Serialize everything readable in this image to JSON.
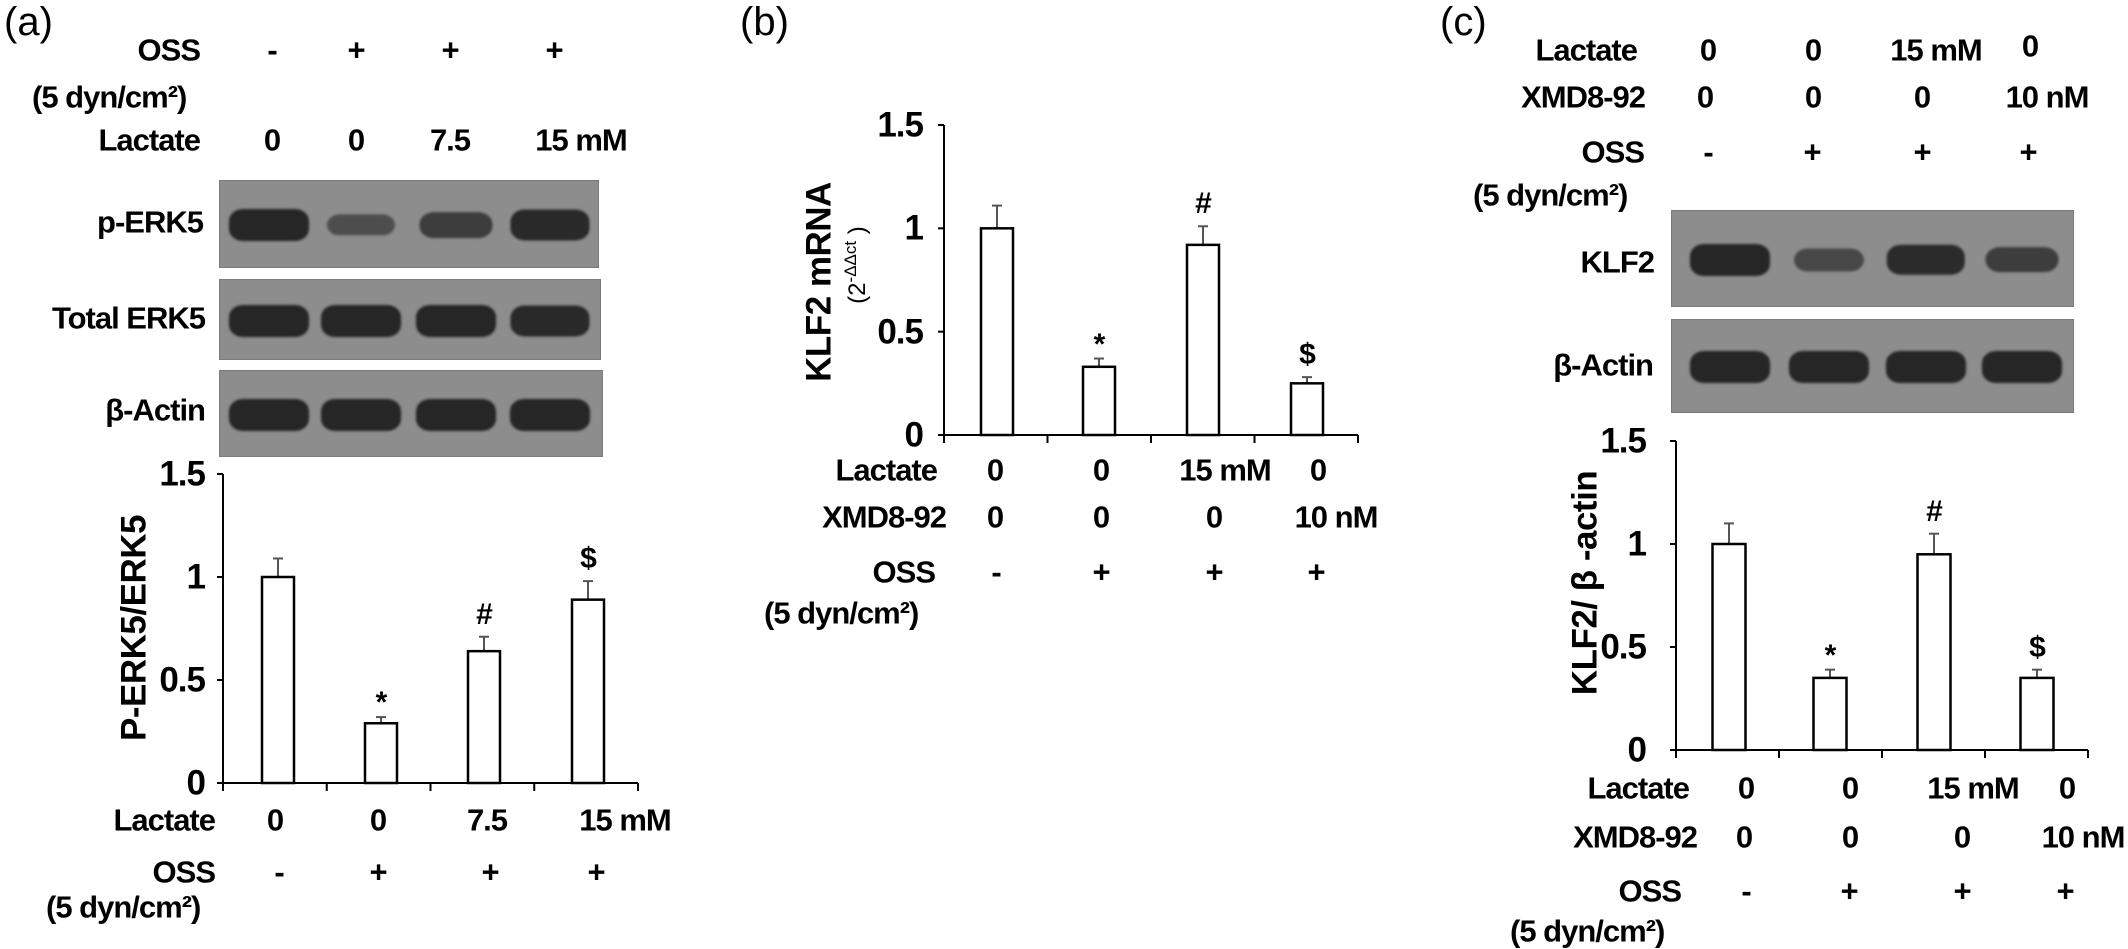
{
  "panel_a": {
    "label": "(a)",
    "top_conditions": {
      "oss": {
        "label": "OSS",
        "unit": "(5 dyn/cm²)",
        "values": [
          "-",
          "+",
          "+",
          "+"
        ]
      },
      "lactate": {
        "label": "Lactate",
        "values": [
          "0",
          "0",
          "7.5",
          "15 mM"
        ]
      }
    },
    "blots": [
      {
        "label": "p-ERK5",
        "band_intensity": [
          1.0,
          0.4,
          0.65,
          0.95
        ]
      },
      {
        "label": "Total ERK5",
        "band_intensity": [
          1.0,
          1.0,
          1.0,
          0.95
        ]
      },
      {
        "label": "β-Actin",
        "band_intensity": [
          1.0,
          1.0,
          1.0,
          1.0
        ]
      }
    ]
  },
  "panel_b": {
    "label": "(b)"
  },
  "panel_c": {
    "label": "(c)",
    "top_conditions": {
      "lactate": {
        "label": "Lactate",
        "values": [
          "0",
          "0",
          "15 mM",
          "0"
        ]
      },
      "xmd": {
        "label": "XMD8-92",
        "values": [
          "0",
          "0",
          "0",
          "10 nM"
        ]
      },
      "oss": {
        "label": "OSS",
        "unit": "(5 dyn/cm²)",
        "values": [
          "-",
          "+",
          "+",
          "+"
        ]
      }
    },
    "blots": [
      {
        "label": "KLF2",
        "band_intensity": [
          1.0,
          0.5,
          0.92,
          0.65
        ]
      },
      {
        "label": "β-Actin",
        "band_intensity": [
          1.0,
          1.0,
          1.0,
          1.0
        ]
      }
    ]
  },
  "chart_data": [
    {
      "type": "bar",
      "panel": "a",
      "ylabel": "P-ERK5/ERK5",
      "ylim": [
        0,
        1.5
      ],
      "yticks": [
        "0",
        "0.5",
        "1",
        "1.5"
      ],
      "ytick_values": [
        0,
        0.5,
        1,
        1.5
      ],
      "values": [
        1.0,
        0.29,
        0.64,
        0.89
      ],
      "errors": [
        0.09,
        0.03,
        0.07,
        0.09
      ],
      "markers": [
        "",
        "*",
        "#",
        "$"
      ],
      "x_conditions": [
        {
          "label": "Lactate",
          "values": [
            "0",
            "0",
            "7.5",
            "15 mM"
          ]
        },
        {
          "label": "OSS",
          "unit": "(5 dyn/cm²)",
          "values": [
            "-",
            "+",
            "+",
            "+"
          ]
        }
      ],
      "grid": false
    },
    {
      "type": "bar",
      "panel": "b",
      "ylabel": "KLF2 mRNA",
      "ylabel_sub": {
        "open": "(2",
        "sup": "-ΔΔct",
        "close": " )"
      },
      "ylim": [
        0,
        1.5
      ],
      "yticks": [
        "0",
        "0.5",
        "1",
        "1.5"
      ],
      "ytick_values": [
        0,
        0.5,
        1,
        1.5
      ],
      "values": [
        1.0,
        0.33,
        0.92,
        0.25
      ],
      "errors": [
        0.11,
        0.04,
        0.09,
        0.03
      ],
      "markers": [
        "",
        "*",
        "#",
        "$"
      ],
      "x_conditions": [
        {
          "label": "Lactate",
          "values": [
            "0",
            "0",
            "15 mM",
            "0"
          ]
        },
        {
          "label": "XMD8-92",
          "values": [
            "0",
            "0",
            "0",
            "10 nM"
          ]
        },
        {
          "label": "OSS",
          "unit": "(5 dyn/cm²)",
          "values": [
            "-",
            "+",
            "+",
            "+"
          ]
        }
      ],
      "grid": false
    },
    {
      "type": "bar",
      "panel": "c",
      "ylabel": "KLF2/ β -actin",
      "ylim": [
        0,
        1.5
      ],
      "yticks": [
        "0",
        "0.5",
        "1",
        "1.5"
      ],
      "ytick_values": [
        0,
        0.5,
        1,
        1.5
      ],
      "values": [
        1.0,
        0.35,
        0.95,
        0.35
      ],
      "errors": [
        0.1,
        0.04,
        0.1,
        0.04
      ],
      "markers": [
        "",
        "*",
        "#",
        "$"
      ],
      "x_conditions": [
        {
          "label": "Lactate",
          "values": [
            "0",
            "0",
            "15 mM",
            "0"
          ]
        },
        {
          "label": "XMD8-92",
          "values": [
            "0",
            "0",
            "0",
            "10 nM"
          ]
        },
        {
          "label": "OSS",
          "unit": "(5 dyn/cm²)",
          "values": [
            "-",
            "+",
            "+",
            "+"
          ]
        }
      ],
      "grid": false
    }
  ]
}
